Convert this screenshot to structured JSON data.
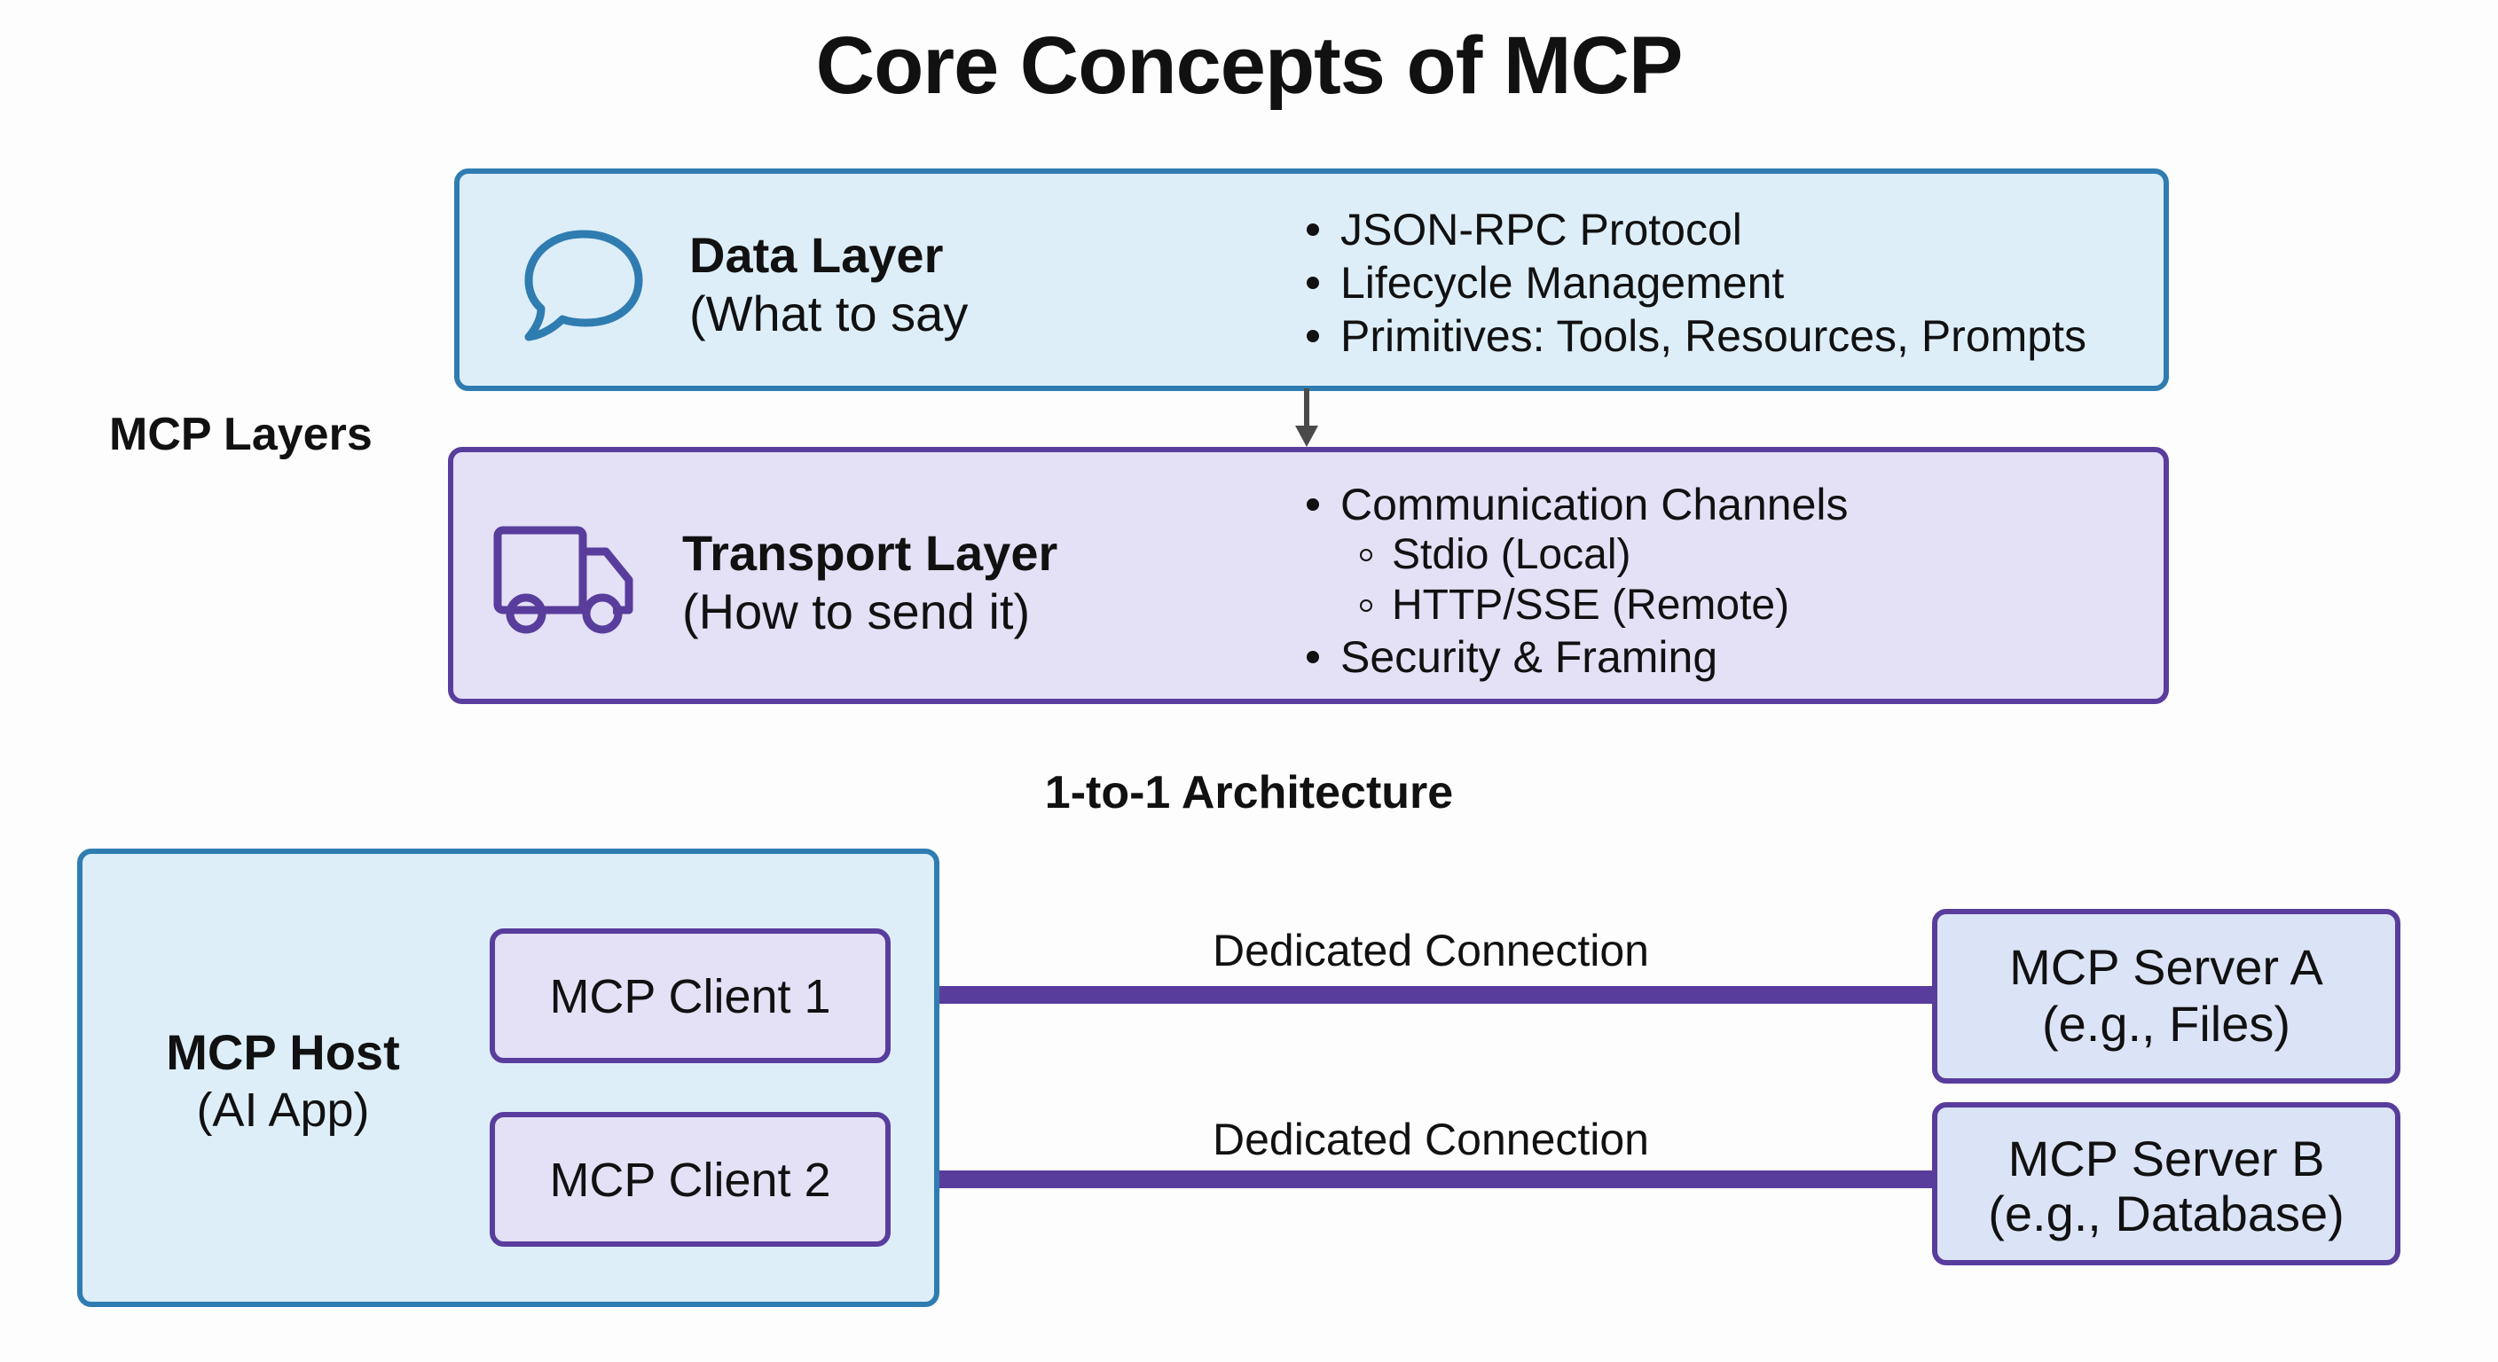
{
  "title": "Core Concepts of MCP",
  "colors": {
    "data_layer_accent": "#2f7cb1",
    "transport_layer_accent": "#583d9c",
    "arrow": "#4a4a4a"
  },
  "layers": {
    "section_label": "MCP Layers",
    "data_layer": {
      "icon": "speech-bubble-icon",
      "title": "Data Layer",
      "subtitle": "(What to say",
      "bullets": [
        "JSON-RPC Protocol",
        "Lifecycle Management",
        "Primitives: Tools, Resources, Prompts"
      ]
    },
    "transport_layer": {
      "icon": "truck-icon",
      "title": "Transport Layer",
      "subtitle": "(How to send it)",
      "bullets": [
        {
          "text": "Communication Channels",
          "level": 1
        },
        {
          "text": "Stdio (Local)",
          "level": 2
        },
        {
          "text": "HTTP/SSE (Remote)",
          "level": 2
        },
        {
          "text": "Security & Framing",
          "level": 1
        }
      ]
    }
  },
  "architecture": {
    "section_label": "1-to-1 Architecture",
    "host": {
      "title": "MCP Host",
      "subtitle": "(AI App)"
    },
    "clients": [
      {
        "label": "MCP Client 1"
      },
      {
        "label": "MCP Client 2"
      }
    ],
    "connections": [
      {
        "label": "Dedicated Connection"
      },
      {
        "label": "Dedicated Connection"
      }
    ],
    "servers": [
      {
        "name": "MCP Server A",
        "example": "(e.g., Files)"
      },
      {
        "name": "MCP Server B",
        "example": "(e.g., Database)"
      }
    ]
  }
}
